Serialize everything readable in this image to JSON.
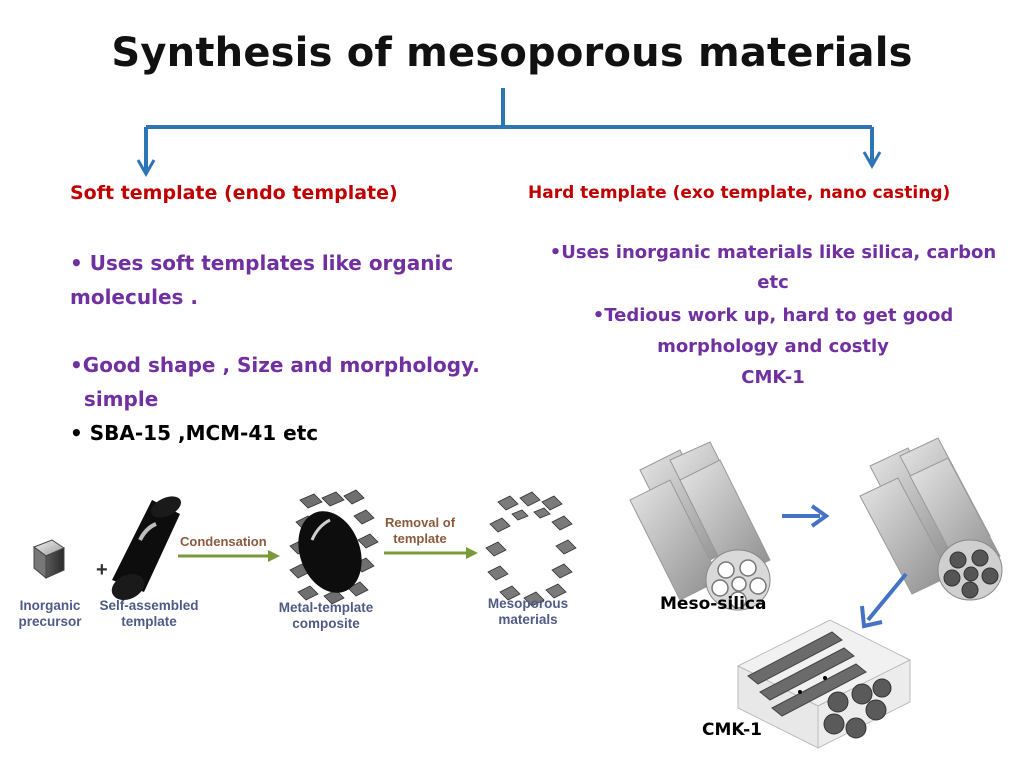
{
  "title": "Synthesis of mesoporous materials",
  "soft": {
    "heading": "Soft template (endo template)",
    "bullet1_line1": "• Uses soft templates like organic",
    "bullet1_line2": "molecules .",
    "bullet2_line1": "•Good shape  , Size and morphology.",
    "bullet2_line2": "  simple",
    "bullet3": "• SBA-15 ,MCM-41 etc"
  },
  "hard": {
    "heading": "Hard  template (exo template, nano casting)",
    "bullet1_line1": "•Uses inorganic materials like silica, carbon",
    "bullet1_line2": "etc",
    "bullet2_line1": "•Tedious work up, hard to get good",
    "bullet2_line2": "morphology and costly",
    "bullet2_line3": "CMK-1"
  },
  "soft_figure": {
    "plus": "+",
    "step1": "Condensation",
    "step2_line1": "Removal of",
    "step2_line2": "template",
    "label_precursor_line1": "Inorganic",
    "label_precursor_line2": "precursor",
    "label_template_line1": "Self-assembled",
    "label_template_line2": "template",
    "label_composite_line1": "Metal-template",
    "label_composite_line2": "composite",
    "label_meso_line1": "Mesoporous",
    "label_meso_line2": "materials"
  },
  "hard_figure": {
    "meso_silica": "Meso-silica",
    "cmk1": "CMK-1"
  },
  "colors": {
    "tree_line": "#2e75b6",
    "heading_red": "#c00000",
    "body_purple": "#7030a0",
    "arrow_blue": "#4472c4",
    "arrow_green": "#7a9a3a"
  }
}
